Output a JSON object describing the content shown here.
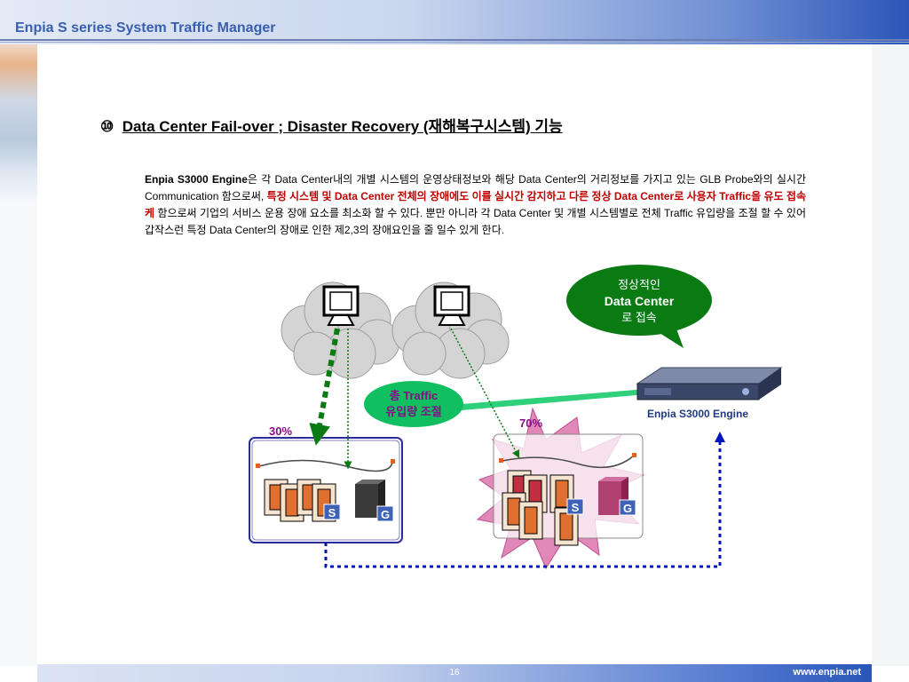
{
  "header": {
    "title": "Enpia S series System Traffic Manager"
  },
  "heading": {
    "number": "⑩",
    "text": "Data Center Fail-over  ;  Disaster Recovery (재해복구시스템) 기능"
  },
  "paragraph": {
    "p1": "Enpia S3000 Engine",
    "p2": "은 각 Data Center내의 개별 시스템의 운영상태정보와 해당 Data Center의 거리정보를 가지고 있는 GLB Probe와의 실시간 Communication 함으로써, ",
    "p3": "특정 시스템 및 Data Center 전체의 장애에도 이를 실시간 감지하고 다른 정상 Data Center로 사용자 Traffic을 유도 접속케",
    "p4": " 함으로써 기업의 서비스 운용 장애 요소를 최소화 할 수 있다. 뿐만 아니라 각 Data Center 및 개별 시스템별로 전체 Traffic 유입량을 조절 할 수 있어 갑작스런 특정 Data Center의 장애로 인한 제2,3의 장애요인을 줄 일수 있게 한다."
  },
  "diagram": {
    "bubble_top": [
      "정상적인",
      "Data Center",
      "로 접속"
    ],
    "bubble_traffic": [
      "총 Traffic",
      "유입량 조절"
    ],
    "engine_label": "Enpia S3000 Engine",
    "pct_left": "30%",
    "pct_right": "70%",
    "badge_s": "S",
    "badge_g": "G"
  },
  "colors": {
    "accent": "#3a5fb0",
    "red": "#c00000",
    "green_dark": "#0a7a13",
    "green_light": "#0fc060",
    "purple": "#8a0a8a",
    "burst": "#e088b8"
  },
  "footer": {
    "page": "16",
    "site": "www.enpia.net"
  }
}
